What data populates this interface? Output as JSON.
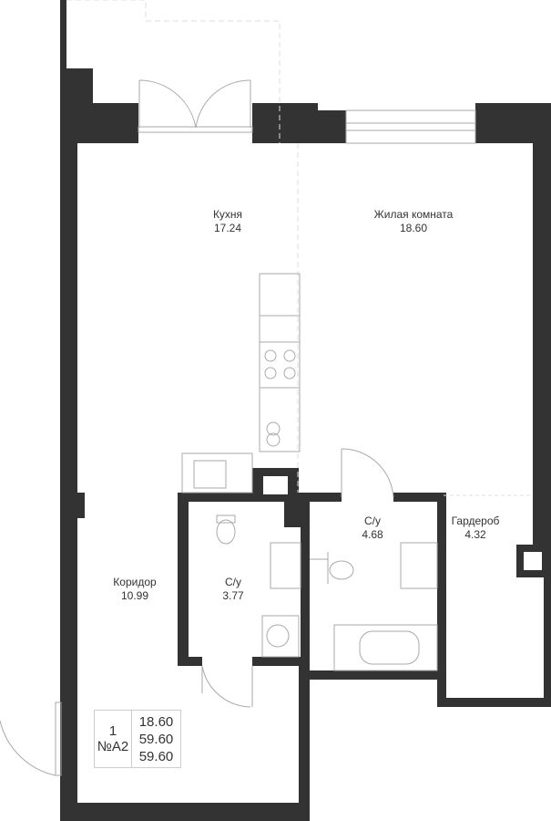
{
  "rooms": [
    {
      "name": "Кухня",
      "area": "17.24"
    },
    {
      "name": "Жилая комната",
      "area": "18.60"
    },
    {
      "name": "Коридор",
      "area": "10.99"
    },
    {
      "name": "С/у",
      "area": "3.77"
    },
    {
      "name": "С/у",
      "area": "4.68"
    },
    {
      "name": "Гардероб",
      "area": "4.32"
    }
  ],
  "info": {
    "floor": "1",
    "apartment": "№A2",
    "living_area": "18.60",
    "total_area": "59.60",
    "area_with_balcony": "59.60"
  },
  "colors": {
    "wall": "#333333",
    "line": "#aaaaaa"
  }
}
